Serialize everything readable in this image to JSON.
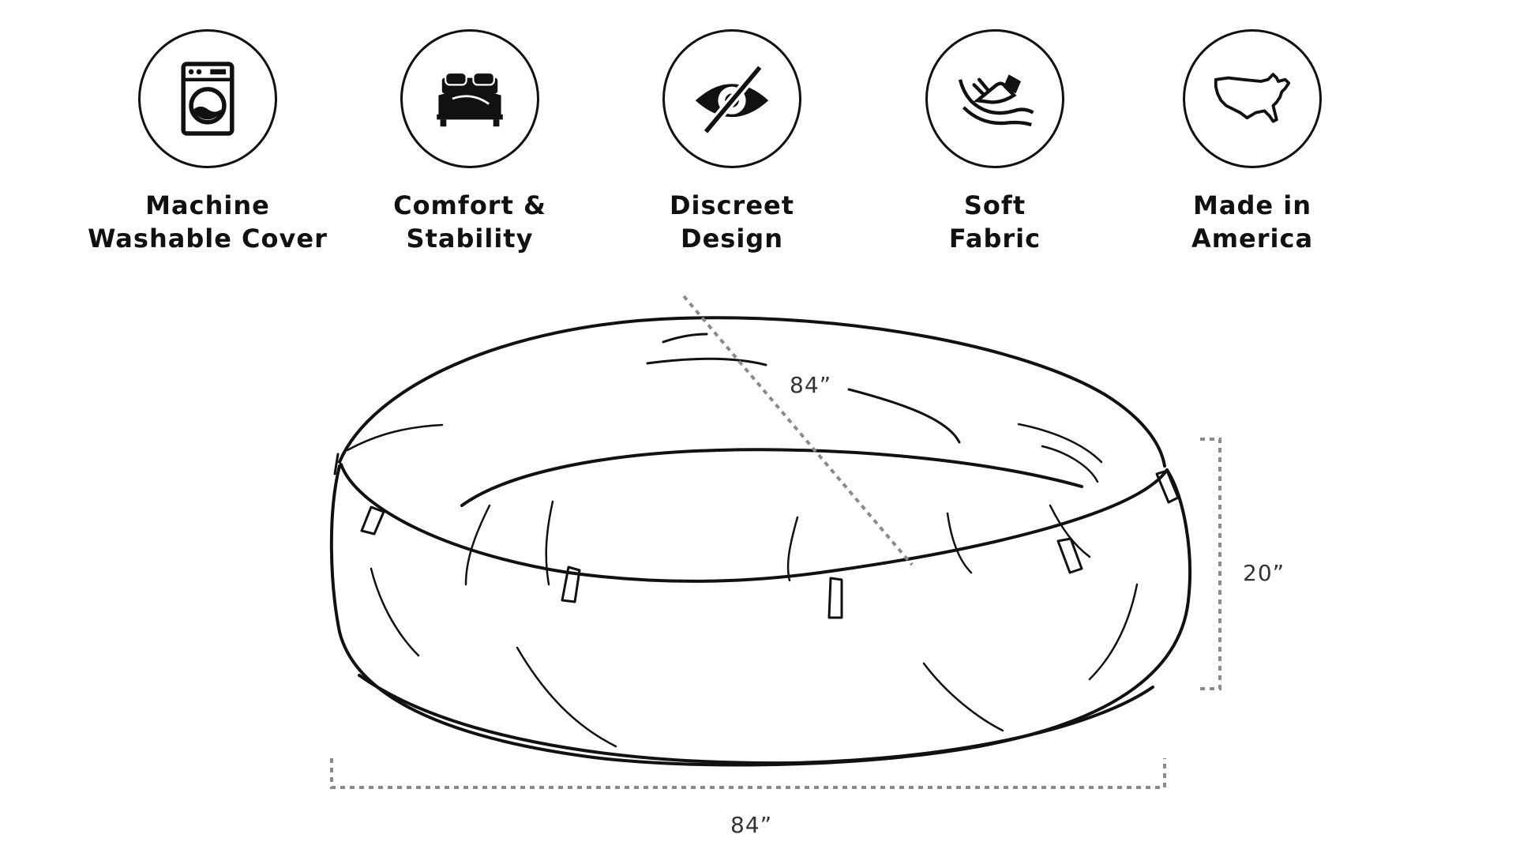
{
  "features": [
    {
      "icon": "washing-machine-icon",
      "line1": "Machine",
      "line2": "Washable Cover"
    },
    {
      "icon": "bed-icon",
      "line1": "Comfort &",
      "line2": "Stability"
    },
    {
      "icon": "eye-slash-icon",
      "line1": "Discreet",
      "line2": "Design"
    },
    {
      "icon": "hand-fabric-icon",
      "line1": "Soft",
      "line2": "Fabric"
    },
    {
      "icon": "usa-map-icon",
      "line1": "Made in",
      "line2": "America"
    }
  ],
  "dimensions": {
    "diagonal": "84”",
    "height": "20”",
    "width": "84”"
  },
  "colors": {
    "outline": "#111111",
    "dimension_line": "#8a8a8a",
    "background": "#ffffff"
  }
}
